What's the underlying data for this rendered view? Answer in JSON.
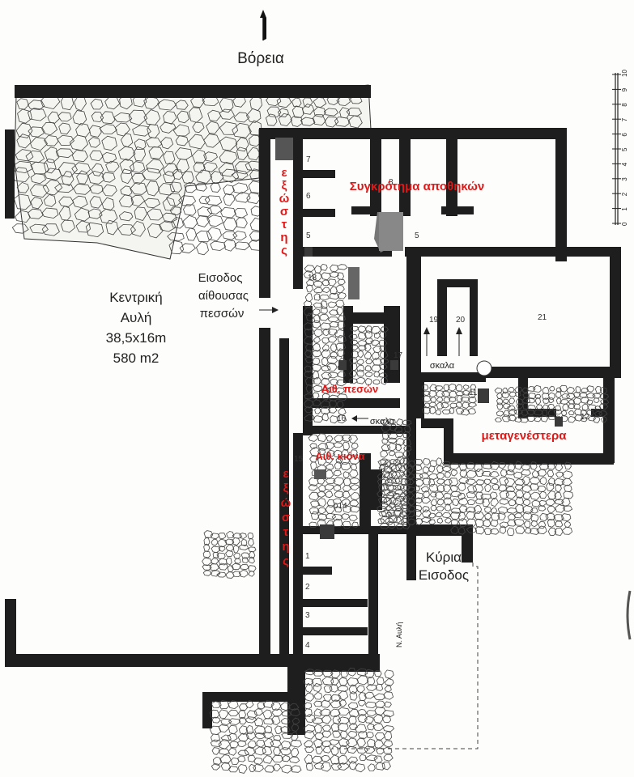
{
  "north": {
    "label": "Βόρεια"
  },
  "central_court": {
    "name": "Κεντρική",
    "name2": "Αυλή",
    "dims": "38,5x16m",
    "area": "580 m2"
  },
  "entrance_pillared_hall": {
    "line1": "Εισοδος",
    "line2": "αίθουσας",
    "line3": "πεσσών"
  },
  "main_entrance": {
    "line1": "Κύρια",
    "line2": "Εισοδος"
  },
  "red_labels": {
    "storage_complex": "Συγκρότημα αποθηκών",
    "pillar_hall": "Αιθ. πεσών",
    "column_hall": "Αιθ. κιόνα",
    "later": "μεταγενέστερα",
    "exostis_top": [
      "ε",
      "ξ",
      "ώ",
      "σ",
      "τ",
      "η",
      "ς"
    ],
    "exostis_bottom": [
      "ε",
      "ξ",
      "ώ",
      "σ",
      "τ",
      "η",
      "ς"
    ]
  },
  "stairs": {
    "label1": "σκαλα",
    "label2": "σκαλα"
  },
  "south_court": "Ν. Αυλή",
  "room_numbers": [
    "1",
    "2",
    "3",
    "4",
    "5",
    "5",
    "6",
    "7",
    "8",
    "11",
    "12",
    "15",
    "16",
    "17",
    "18",
    "19",
    "20",
    "21",
    "ο14"
  ],
  "scale": {
    "ticks": [
      "0",
      "1",
      "2",
      "3",
      "4",
      "5",
      "6",
      "7",
      "8",
      "9",
      "10"
    ]
  }
}
